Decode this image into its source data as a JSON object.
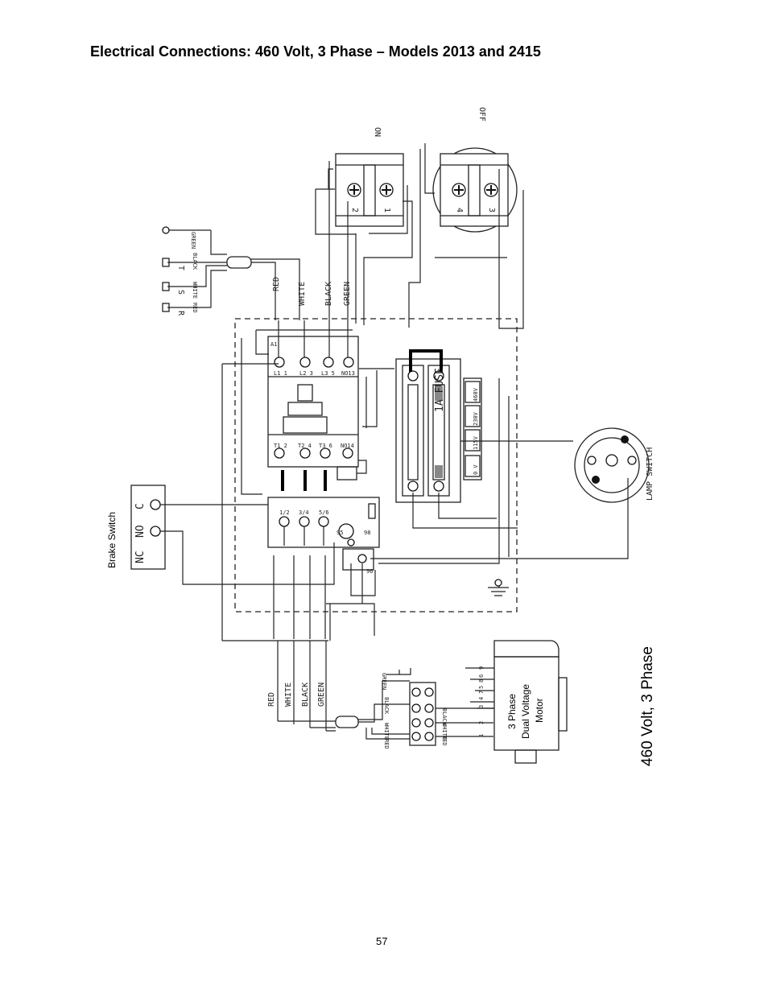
{
  "page": {
    "title": "Electrical Connections: 460 Volt, 3 Phase – Models 2013 and 2415",
    "page_number": "57"
  },
  "diagram": {
    "caption": "460 Volt, 3 Phase",
    "switch_on": "ON",
    "switch_off": "OFF",
    "on_terminals": [
      "2",
      "1"
    ],
    "off_terminals": [
      "4",
      "3"
    ],
    "power_leads": [
      "GREEN",
      "BLACK",
      "WHITE",
      "RED"
    ],
    "phase_letters": [
      "R",
      "S",
      "T"
    ],
    "cable_colors": [
      "RED",
      "WHITE",
      "BLACK",
      "GREEN"
    ],
    "contactor_top": [
      "L1 1",
      "L2 3",
      "L3 5",
      "NO13"
    ],
    "contactor_bottom": [
      "T1 2",
      "T2 4",
      "T3 6",
      "NO14"
    ],
    "contactor_coil": "A1",
    "overload_terminals": [
      "1/2",
      "3/4",
      "5/6"
    ],
    "overload_aux": [
      "95",
      "96",
      "98"
    ],
    "fuse_label": "1A FUSE",
    "transformer_taps": [
      "460V",
      "230V",
      "115V",
      "0 V"
    ],
    "lamp_switch": "LAMP SWITCH",
    "brake_switch": {
      "title": "Brake Switch",
      "terminals": [
        "NC",
        "NO",
        "C"
      ]
    },
    "motor": {
      "line1": "3 Phase",
      "line2": "Dual Voltage",
      "line3": "Motor",
      "terminals": [
        "1",
        "2",
        "3",
        "4",
        "7",
        "5",
        "8",
        "6",
        "9"
      ]
    },
    "motor_leads": [
      "GREEN",
      "BLACK",
      "WHITE",
      "RED"
    ],
    "motor_box_leads": [
      "BLACK",
      "WHITE",
      "RED"
    ]
  }
}
